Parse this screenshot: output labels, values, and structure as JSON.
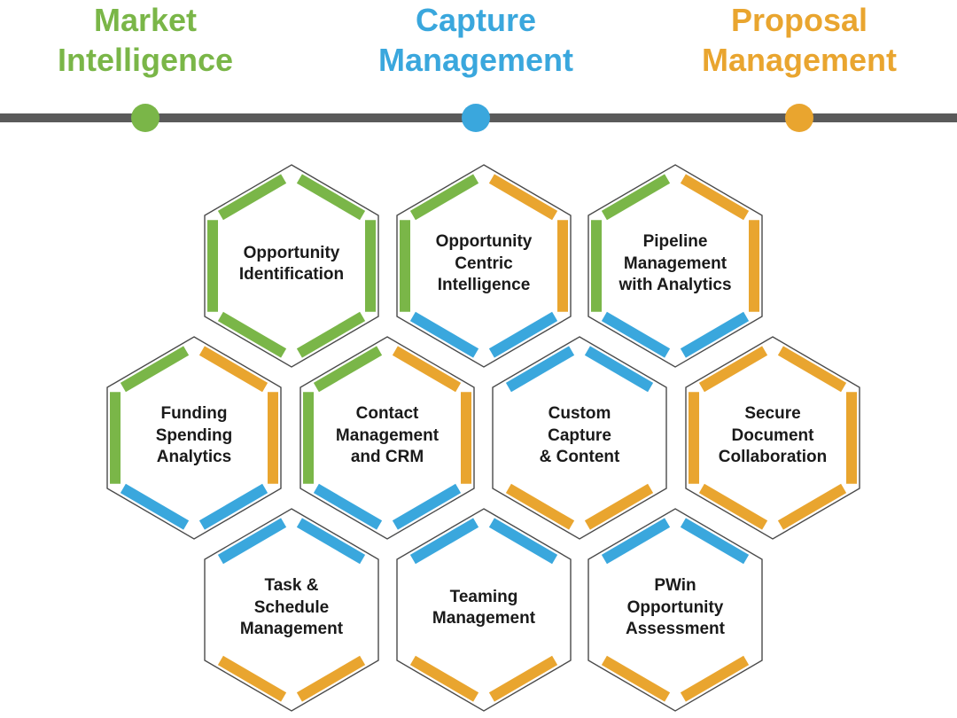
{
  "colors": {
    "green": "#7ab648",
    "blue": "#3aa7dd",
    "orange": "#e9a52f",
    "timeline": "#5a5a5a",
    "outline": "#4a4a4a",
    "text": "#1a1a1a"
  },
  "phases": [
    {
      "lines": [
        "Market",
        "Intelligence"
      ],
      "color": "green"
    },
    {
      "lines": [
        "Capture",
        "Management"
      ],
      "color": "blue"
    },
    {
      "lines": [
        "Proposal",
        "Management"
      ],
      "color": "orange"
    }
  ],
  "hexagons": [
    {
      "lines": [
        "Opportunity",
        "Identification"
      ],
      "sides": {
        "top-left": "green",
        "top-right": "green",
        "left": "green",
        "right": "green",
        "bottom-left": "green",
        "bottom-right": "green"
      }
    },
    {
      "lines": [
        "Opportunity",
        "Centric",
        "Intelligence"
      ],
      "sides": {
        "top-left": "green",
        "top-right": "orange",
        "left": "green",
        "right": "orange",
        "bottom-left": "blue",
        "bottom-right": "blue"
      }
    },
    {
      "lines": [
        "Pipeline",
        "Management",
        "with Analytics"
      ],
      "sides": {
        "top-left": "green",
        "top-right": "orange",
        "left": "green",
        "right": "orange",
        "bottom-left": "blue",
        "bottom-right": "blue"
      }
    },
    {
      "lines": [
        "Funding",
        "Spending",
        "Analytics"
      ],
      "sides": {
        "top-left": "green",
        "top-right": "orange",
        "left": "green",
        "right": "orange",
        "bottom-left": "blue",
        "bottom-right": "blue"
      }
    },
    {
      "lines": [
        "Contact",
        "Management",
        "and CRM"
      ],
      "sides": {
        "top-left": "green",
        "top-right": "orange",
        "left": "green",
        "right": "orange",
        "bottom-left": "blue",
        "bottom-right": "blue"
      }
    },
    {
      "lines": [
        "Custom",
        "Capture",
        "& Content"
      ],
      "sides": {
        "top-left": "blue",
        "top-right": "blue",
        "bottom-left": "orange",
        "bottom-right": "orange"
      }
    },
    {
      "lines": [
        "Secure",
        "Document",
        "Collaboration"
      ],
      "sides": {
        "top-left": "orange",
        "top-right": "orange",
        "left": "orange",
        "right": "orange",
        "bottom-left": "orange",
        "bottom-right": "orange"
      }
    },
    {
      "lines": [
        "Task &",
        "Schedule",
        "Management"
      ],
      "sides": {
        "top-left": "blue",
        "top-right": "blue",
        "bottom-left": "orange",
        "bottom-right": "orange"
      }
    },
    {
      "lines": [
        "Teaming",
        "Management"
      ],
      "sides": {
        "top-left": "blue",
        "top-right": "blue",
        "bottom-left": "orange",
        "bottom-right": "orange"
      }
    },
    {
      "lines": [
        "PWin",
        "Opportunity",
        "Assessment"
      ],
      "sides": {
        "top-left": "blue",
        "top-right": "blue",
        "bottom-left": "orange",
        "bottom-right": "orange"
      }
    }
  ]
}
